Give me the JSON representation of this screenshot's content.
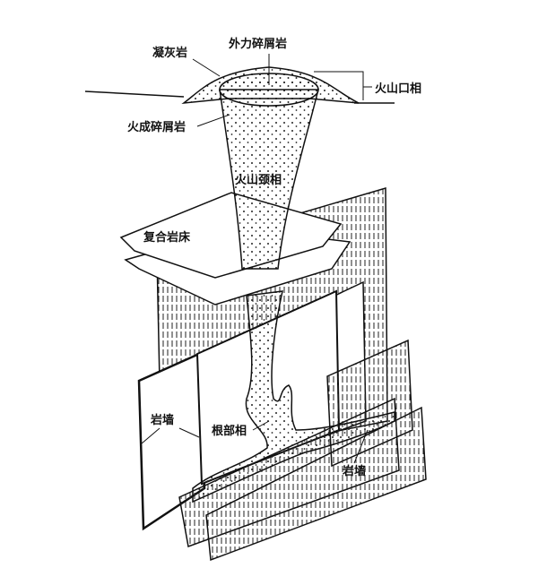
{
  "labels": {
    "tuff": "凝灰岩",
    "epiclastic": "外力碎屑岩",
    "crater_facies": "火山口相",
    "pyroclastic": "火成碎屑岩",
    "neck_facies": "火山颈相",
    "composite_sill": "复合岩床",
    "dike_left": "岩墙",
    "root_facies": "根部相",
    "dike_bottom": "岩墙"
  },
  "colors": {
    "ink": "#111111",
    "background": "#ffffff"
  }
}
